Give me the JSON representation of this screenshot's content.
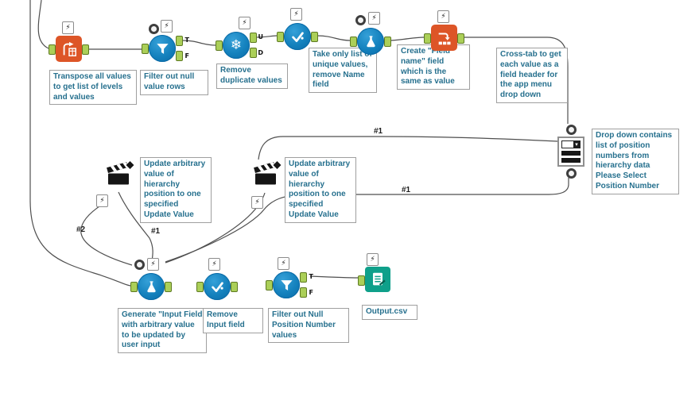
{
  "app": {
    "name": "workflow-canvas"
  },
  "colors": {
    "tool_blue": "#1481bd",
    "tool_orange": "#dd5527",
    "tool_teal": "#0fa08a",
    "port_fill": "#abcf58",
    "port_border": "#5e7a22",
    "annotation_text": "#26708e",
    "wire": "#4f4f4f"
  },
  "icons": {
    "lightning": "⚡",
    "snowflake": "❄",
    "dropdown_caret": "▾"
  },
  "port_labels": {
    "true": "T",
    "false": "F",
    "unique": "U",
    "duplicate": "D"
  },
  "tools": [
    {
      "name": "transpose",
      "annotation": "Transpose all values to get list of levels and values"
    },
    {
      "name": "filter",
      "annotation": "Filter out null value rows"
    },
    {
      "name": "unique",
      "annotation": "Remove duplicate values"
    },
    {
      "name": "select",
      "annotation": "Take only list of unique values, remove Name field"
    },
    {
      "name": "formula",
      "annotation": "Create \"Field name\" field which is the same as value"
    },
    {
      "name": "crosstab",
      "annotation": "Cross-tab to get each value as a field header for the app menu drop down"
    },
    {
      "name": "dropdown",
      "annotation": "Drop down contains list of position numbers from hierarchy data\nPlease Select Position Number"
    },
    {
      "name": "action-1",
      "annotation": "Update arbitrary value of hierarchy position to one specified\nUpdate Value"
    },
    {
      "name": "action-2",
      "annotation": "Update arbitrary value of hierarchy position to one specified\nUpdate Value"
    },
    {
      "name": "formula-2",
      "annotation": "Generate \"Input Field with arbitrary value to be updated by user input"
    },
    {
      "name": "select-2",
      "annotation": "Remove Input field"
    },
    {
      "name": "filter-2",
      "annotation": "Filter out Null Position Number values"
    },
    {
      "name": "output",
      "annotation": "Output.csv"
    }
  ],
  "wire_labels": [
    {
      "text": "#1"
    },
    {
      "text": "#1"
    },
    {
      "text": "#2"
    },
    {
      "text": "#1"
    }
  ]
}
